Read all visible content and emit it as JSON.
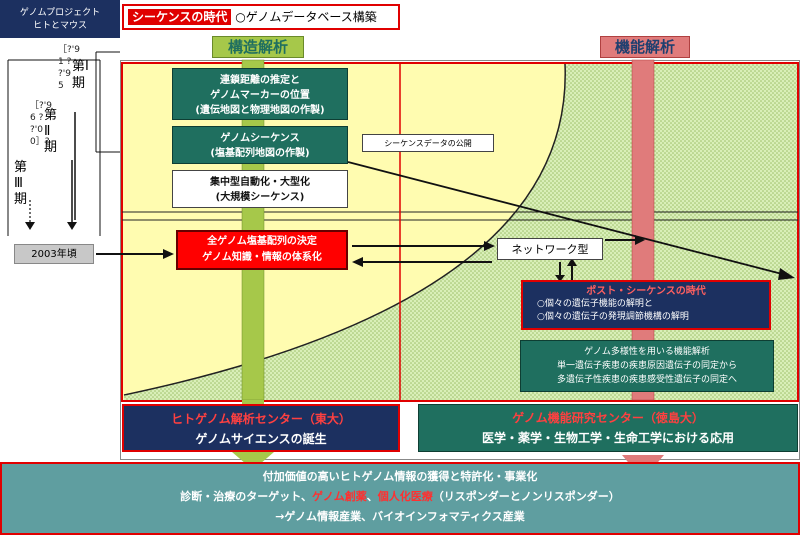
{
  "project_label": {
    "line1": "ゲノムプロジェクト",
    "line2": "ヒトとマウス"
  },
  "era_banner": {
    "title": "シーケンスの時代",
    "subtitle": "○ゲノムデータベース構築"
  },
  "headers": {
    "structural": "構造解析",
    "functional": "機能解析"
  },
  "phases": {
    "p1": {
      "label": "第Ⅰ期",
      "years": "［?'91 ? ?'95"
    },
    "p2": {
      "label": "第Ⅱ期",
      "years": "［?'96 ? ?'00］?"
    },
    "p3": {
      "label": "第Ⅲ期"
    },
    "year_2003": "2003年頃"
  },
  "boxes": {
    "linkage": {
      "line1": "連鎖距離の推定と",
      "line2": "ゲノムマーカーの位置",
      "line3": "(遺伝地図と物理地図の作製)"
    },
    "sequence": {
      "line1": "ゲノムシーケンス",
      "line2": "(塩基配列地図の作製)"
    },
    "automation": {
      "line1": "集中型自動化・大型化",
      "line2": "(大規模シーケンス)"
    },
    "public_data": "シーケンスデータの公開",
    "full_genome": {
      "line1": "全ゲノム塩基配列の決定",
      "line2": "ゲノム知識・情報の体系化"
    },
    "network": "ネットワーク型",
    "post_sequence": {
      "title": "ポスト・シーケンスの時代",
      "line1": "○個々の遺伝子機能の解明と",
      "line2": "○個々の遺伝子の発現調節機構の解明"
    },
    "polymorphism": {
      "line1": "ゲノム多様性を用いる機能解析",
      "line2": "単一遺伝子疾患の疾患原因遺伝子の同定から",
      "line3": "多遺伝子性疾患の疾患感受性遺伝子の同定へ"
    }
  },
  "centers": {
    "left": {
      "title": "ヒトゲノム解析センター（東大）",
      "subtitle": "ゲノムサイエンスの誕生"
    },
    "right": {
      "title": "ゲノム機能研究センター（徳島大）",
      "subtitle": "医学・薬学・生物工学・生命工学における応用"
    }
  },
  "bottom": {
    "line1": "付加価値の高いヒトゲノム情報の獲得と特許化・事業化",
    "line2_a": "診断・治療のターゲット、",
    "line2_b": "ゲノム創薬",
    "line2_c": "、",
    "line2_d": "個人化医療",
    "line2_e": "（リスポンダーとノンリスポンダー）",
    "line3": "→ゲノム情報産業、バイオインフォマティクス産業"
  },
  "colors": {
    "red": "#ff0000",
    "dark_red": "#c00000",
    "teal": "#1f6f5f",
    "navy": "#1c3060",
    "yellow": "#fffcb0",
    "green_band": "#a6c84a",
    "pink_band": "#e07b7b",
    "bottom_teal": "#5f9ea0"
  }
}
